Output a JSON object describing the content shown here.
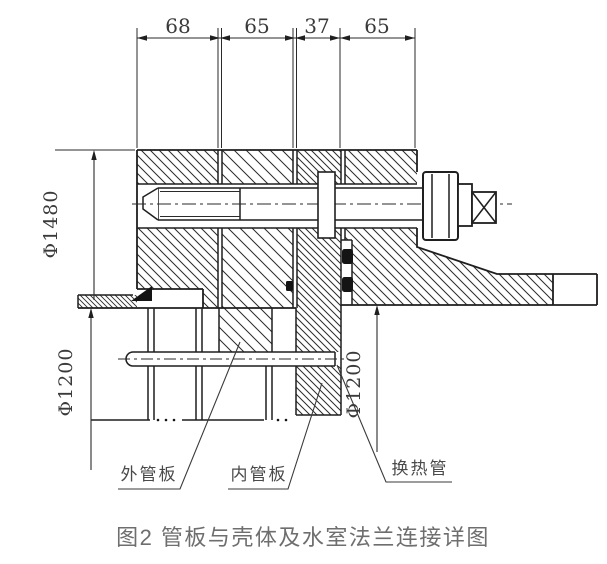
{
  "figure": {
    "caption": "图2 管板与壳体及水室法兰连接详图",
    "dimensions": {
      "top_chain": [
        "68",
        "65",
        "37",
        "65"
      ],
      "flange_outer_diameter": "Φ1480",
      "shell_inner_diameter": "Φ1200",
      "chamber_inner_diameter": "Φ1200"
    },
    "labels": {
      "outer_tube_sheet": "外管板",
      "inner_tube_sheet": "内管板",
      "heat_exchange_tube": "换热管"
    },
    "colors": {
      "line": "#1f1f1f",
      "dimension_text": "#3a3a3a",
      "label_text": "#4a4a4a",
      "caption_text": "#6e6e6e",
      "background": "#ffffff",
      "seal_fill": "#141414"
    }
  }
}
